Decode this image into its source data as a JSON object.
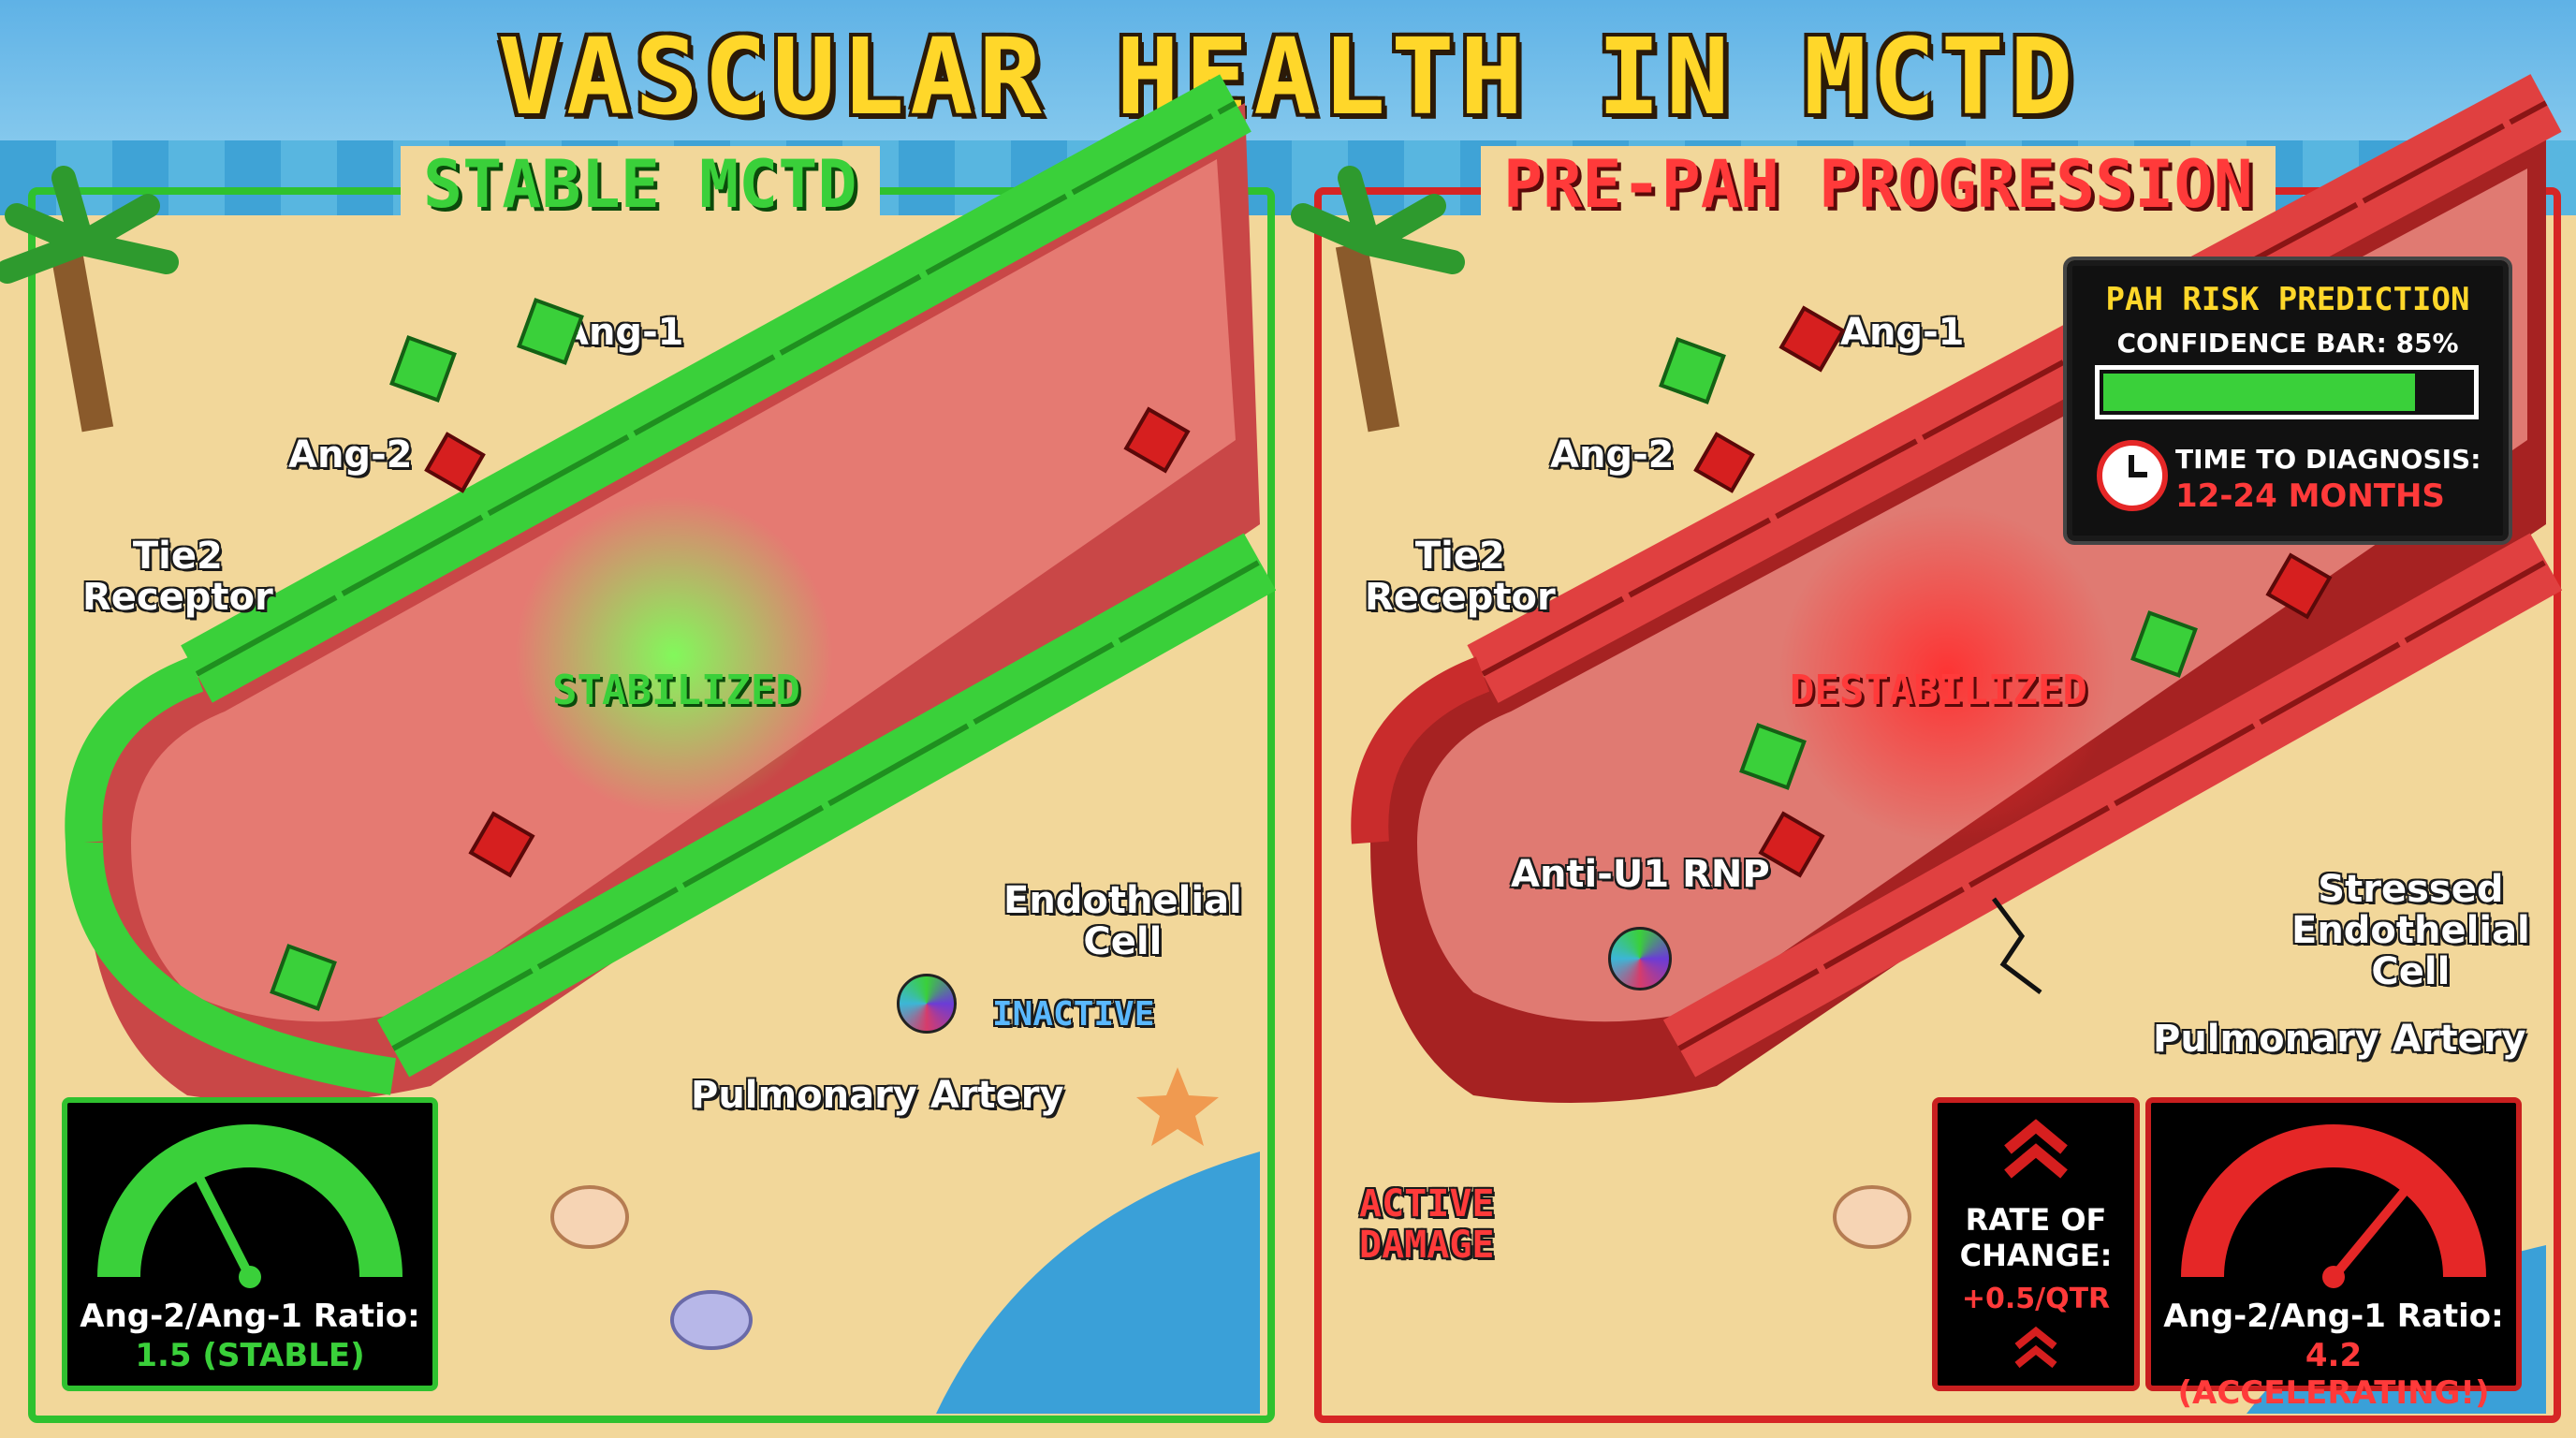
{
  "title": "VASCULAR HEALTH IN MCTD",
  "left_panel": {
    "title": "STABLE MCTD",
    "labels": {
      "ang1": "Ang-1",
      "ang2": "Ang-2",
      "tie2": "Tie2\nReceptor",
      "status": "STABILIZED",
      "endothelial": "Endothelial\nCell",
      "artery": "Pulmonary Artery",
      "inactive": "INACTIVE"
    },
    "gauge": {
      "caption": "Ang-2/Ang-1 Ratio:",
      "value": "1.5 (STABLE)",
      "level": 0.35,
      "color": "#3ad03a"
    }
  },
  "right_panel": {
    "title": "PRE-PAH PROGRESSION",
    "labels": {
      "ang1": "Ang-1",
      "ang2": "Ang-2",
      "tie2": "Tie2\nReceptor",
      "status": "DESTABILIZED",
      "anti_u1": "Anti-U1 RNP",
      "active_damage": "ACTIVE\nDAMAGE",
      "stressed": "Stressed\nEndothelial\nCell",
      "artery": "Pulmonary Artery"
    },
    "risk": {
      "title": "PAH RISK PREDICTION",
      "confidence_label": "CONFIDENCE BAR: 85%",
      "confidence": 0.85,
      "time_label": "TIME TO DIAGNOSIS:",
      "time_value": "12-24 MONTHS",
      "icon": "stopwatch-icon"
    },
    "rate": {
      "label": "RATE OF\nCHANGE:",
      "value": "+0.5/QTR",
      "icon": "chevron-up-icon"
    },
    "gauge": {
      "caption": "Ang-2/Ang-1 Ratio:",
      "value": "4.2 (ACCELERATING!)",
      "level": 0.72,
      "color": "#e52727"
    }
  },
  "colors": {
    "ang1_green": "#3ad03a",
    "ang2_red": "#d61f1f",
    "title_yellow": "#ffd72a",
    "sand": "#f2d79a",
    "sea": "#3fa3d6"
  }
}
